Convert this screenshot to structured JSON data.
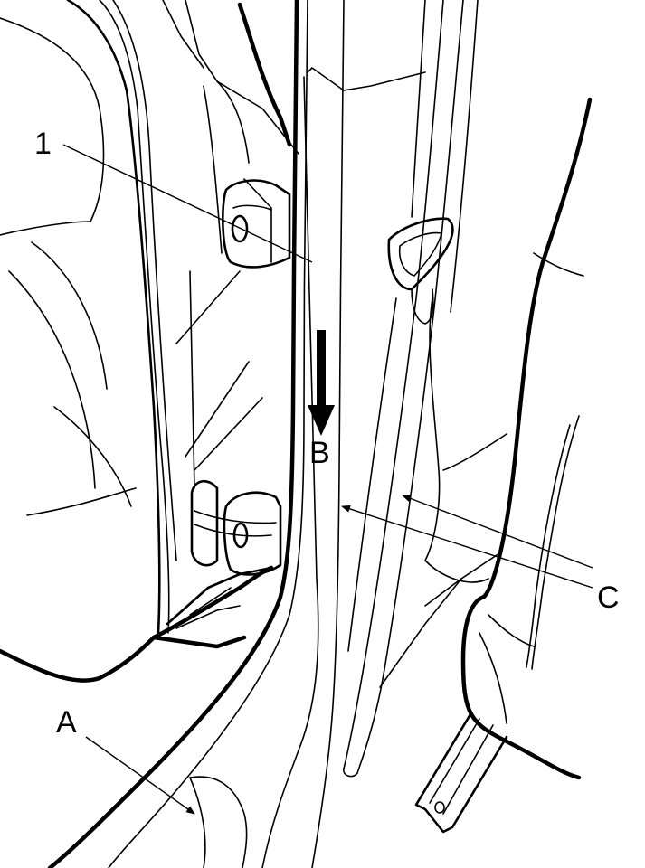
{
  "labels": {
    "part_1": "1",
    "a": "A",
    "b": "B",
    "c": "C"
  },
  "colors": {
    "line": "#000000",
    "background": "#ffffff"
  }
}
